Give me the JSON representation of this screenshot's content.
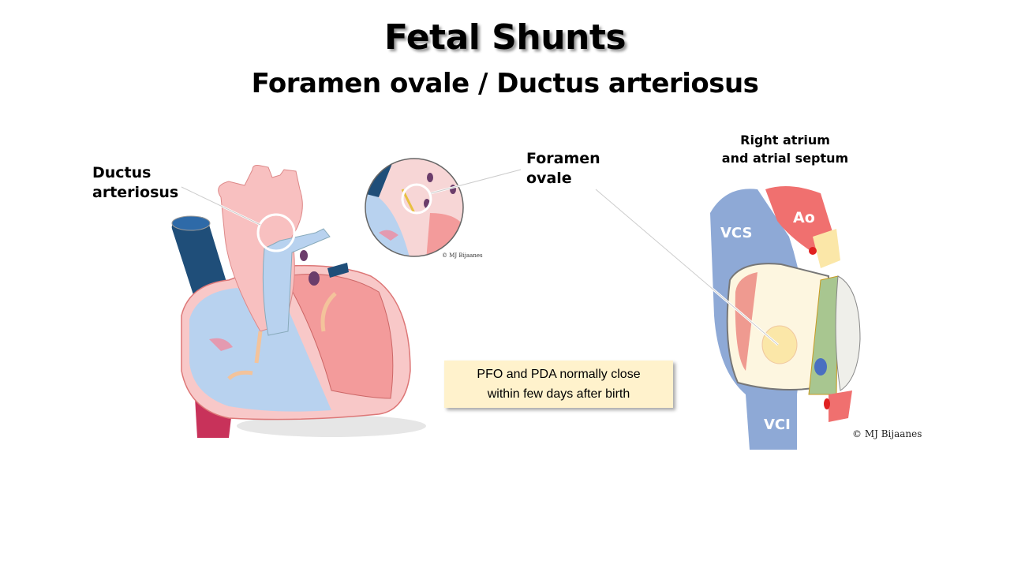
{
  "slide": {
    "title": "Fetal Shunts",
    "subtitle": "Foramen ovale / Ductus arteriosus"
  },
  "labels": {
    "ductus_line1": "Ductus",
    "ductus_line2": "arteriosus",
    "foramen_line1": "Foramen",
    "foramen_line2": "ovale",
    "right_atrium_line1": "Right atrium",
    "right_atrium_line2": "and atrial septum"
  },
  "atrium_diagram": {
    "ao": "Ao",
    "vcs": "VCS",
    "vci": "VCI",
    "signature": "© MJ Bijaanes"
  },
  "inset": {
    "signature": "© MJ Bijaanes"
  },
  "note": {
    "line1": "PFO and PDA normally close",
    "line2": "within few days after birth"
  },
  "colors": {
    "note_bg": "#fff2cc",
    "artery_pink": "#f7b8b8",
    "vein_blue": "#b8d2ef",
    "dark_vein": "#1f4e79",
    "ao_red": "#f0706f",
    "septum_green": "#a8c690"
  }
}
